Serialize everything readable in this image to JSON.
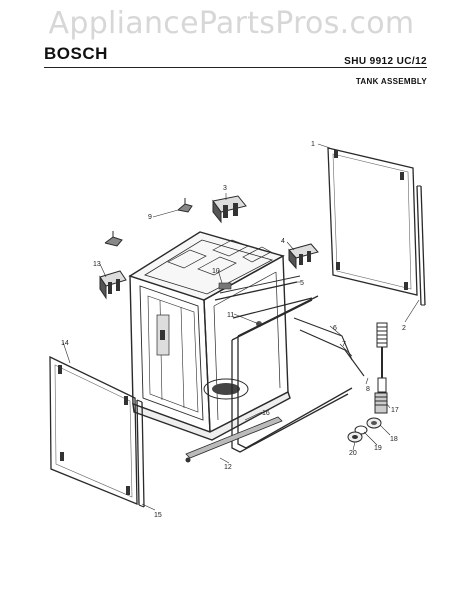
{
  "watermark": "AppliancePartsPros.com",
  "header": {
    "brand": "BOSCH",
    "model": "SHU 9912 UC/12",
    "section_title": "TANK ASSEMBLY"
  },
  "callouts": [
    "1",
    "2",
    "3",
    "4",
    "5",
    "6",
    "7",
    "8",
    "9",
    "10",
    "11",
    "12",
    "13",
    "14",
    "15",
    "16",
    "17",
    "18",
    "19",
    "20"
  ]
}
